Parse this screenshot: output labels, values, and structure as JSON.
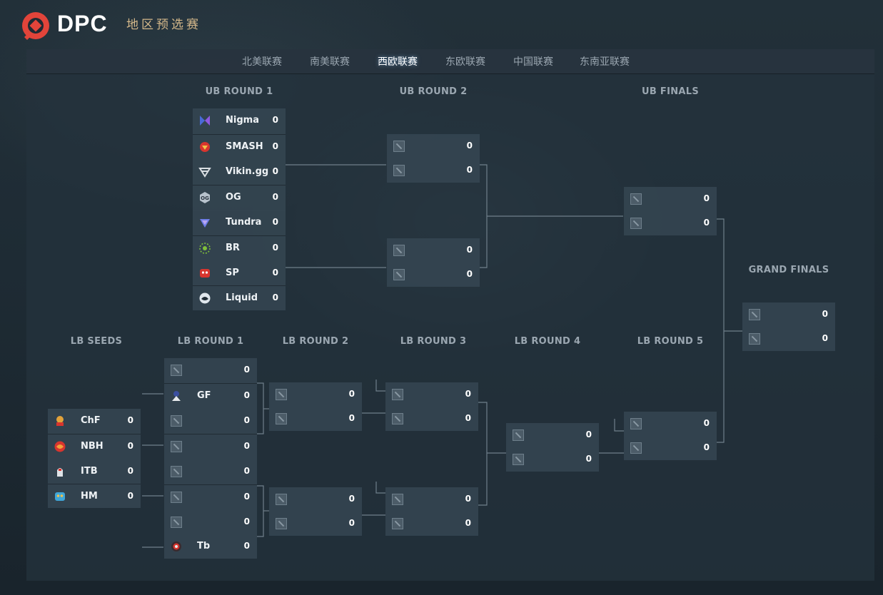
{
  "header": {
    "logo_text": "DPC",
    "region_title": "地区预选赛",
    "brand_color": "#e2443a"
  },
  "tabs": [
    {
      "label": "北美联赛",
      "active": false
    },
    {
      "label": "南美联赛",
      "active": false
    },
    {
      "label": "西欧联赛",
      "active": true
    },
    {
      "label": "东欧联赛",
      "active": false
    },
    {
      "label": "中国联赛",
      "active": false
    },
    {
      "label": "东南亚联赛",
      "active": false
    }
  ],
  "rounds": {
    "ub1": "UB ROUND 1",
    "ub2": "UB ROUND 2",
    "ubf": "UB FINALS",
    "gf": "GRAND FINALS",
    "lbs": "LB SEEDS",
    "lb1": "LB ROUND 1",
    "lb2": "LB ROUND 2",
    "lb3": "LB ROUND 3",
    "lb4": "LB ROUND 4",
    "lb5": "LB ROUND 5"
  },
  "matches": {
    "ub1_1": [
      {
        "team": "Nigma",
        "score": "0",
        "logo": "nigma-logo"
      },
      {
        "team": "SMASH",
        "score": "0",
        "logo": "smash-logo"
      }
    ],
    "ub1_2": [
      {
        "team": "Vikin.gg",
        "score": "0",
        "logo": "vikin-logo"
      },
      {
        "team": "OG",
        "score": "0",
        "logo": "og-logo"
      }
    ],
    "ub1_3": [
      {
        "team": "Tundra",
        "score": "0",
        "logo": "tundra-logo"
      },
      {
        "team": "BR",
        "score": "0",
        "logo": "br-logo"
      }
    ],
    "ub1_4": [
      {
        "team": "SP",
        "score": "0",
        "logo": "sp-logo"
      },
      {
        "team": "Liquid",
        "score": "0",
        "logo": "liquid-logo"
      }
    ],
    "ub2_1": [
      {
        "team": "",
        "score": "0",
        "logo": "placeholder-icon"
      },
      {
        "team": "",
        "score": "0",
        "logo": "placeholder-icon"
      }
    ],
    "ub2_2": [
      {
        "team": "",
        "score": "0",
        "logo": "placeholder-icon"
      },
      {
        "team": "",
        "score": "0",
        "logo": "placeholder-icon"
      }
    ],
    "ubf_1": [
      {
        "team": "",
        "score": "0",
        "logo": "placeholder-icon"
      },
      {
        "team": "",
        "score": "0",
        "logo": "placeholder-icon"
      }
    ],
    "gf_1": [
      {
        "team": "",
        "score": "0",
        "logo": "placeholder-icon"
      },
      {
        "team": "",
        "score": "0",
        "logo": "placeholder-icon"
      }
    ],
    "lbs_1": [
      {
        "team": "ChF",
        "score": "0",
        "logo": "chf-logo"
      },
      {
        "team": "NBH",
        "score": "0",
        "logo": "nbh-logo"
      }
    ],
    "lbs_2": [
      {
        "team": "ITB",
        "score": "0",
        "logo": "itb-logo"
      },
      {
        "team": "HM",
        "score": "0",
        "logo": "hm-logo"
      }
    ],
    "lb1_1": [
      {
        "team": "",
        "score": "0",
        "logo": "placeholder-icon"
      },
      {
        "team": "GF",
        "score": "0",
        "logo": "gf-logo"
      }
    ],
    "lb1_2": [
      {
        "team": "",
        "score": "0",
        "logo": "placeholder-icon"
      },
      {
        "team": "",
        "score": "0",
        "logo": "placeholder-icon"
      }
    ],
    "lb1_3": [
      {
        "team": "",
        "score": "0",
        "logo": "placeholder-icon"
      },
      {
        "team": "",
        "score": "0",
        "logo": "placeholder-icon"
      }
    ],
    "lb1_4": [
      {
        "team": "",
        "score": "0",
        "logo": "placeholder-icon"
      },
      {
        "team": "Tb",
        "score": "0",
        "logo": "tb-logo"
      }
    ],
    "lb2_1": [
      {
        "team": "",
        "score": "0",
        "logo": "placeholder-icon"
      },
      {
        "team": "",
        "score": "0",
        "logo": "placeholder-icon"
      }
    ],
    "lb2_2": [
      {
        "team": "",
        "score": "0",
        "logo": "placeholder-icon"
      },
      {
        "team": "",
        "score": "0",
        "logo": "placeholder-icon"
      }
    ],
    "lb3_1": [
      {
        "team": "",
        "score": "0",
        "logo": "placeholder-icon"
      },
      {
        "team": "",
        "score": "0",
        "logo": "placeholder-icon"
      }
    ],
    "lb3_2": [
      {
        "team": "",
        "score": "0",
        "logo": "placeholder-icon"
      },
      {
        "team": "",
        "score": "0",
        "logo": "placeholder-icon"
      }
    ],
    "lb4_1": [
      {
        "team": "",
        "score": "0",
        "logo": "placeholder-icon"
      },
      {
        "team": "",
        "score": "0",
        "logo": "placeholder-icon"
      }
    ],
    "lb5_1": [
      {
        "team": "",
        "score": "0",
        "logo": "placeholder-icon"
      },
      {
        "team": "",
        "score": "0",
        "logo": "placeholder-icon"
      }
    ]
  }
}
